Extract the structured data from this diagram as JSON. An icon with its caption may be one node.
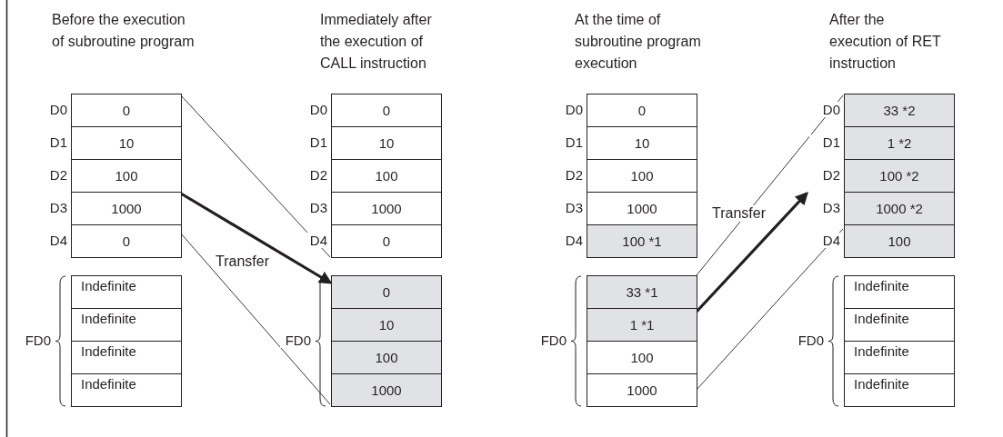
{
  "diagram": {
    "nodes": [
      {
        "text": [
          "0"
        ],
        "beside": [
          "D0"
        ]
      },
      {
        "text": [
          "10"
        ],
        "beside": [
          "D1"
        ]
      },
      {
        "text": [
          "100"
        ],
        "beside": [
          "D2"
        ]
      },
      {
        "text": [
          "1000"
        ],
        "beside": [
          "D3"
        ]
      },
      {
        "text": [
          "0"
        ],
        "beside": [
          "D4"
        ]
      },
      {
        "text": [
          "Indefinite"
        ]
      },
      {
        "text": [
          "Indefinite"
        ]
      },
      {
        "text": [
          "Indefinite"
        ]
      },
      {
        "text": [
          "Indefinite"
        ]
      },
      {
        "text": [
          "0"
        ],
        "beside": [
          "D0"
        ]
      },
      {
        "text": [
          "10"
        ],
        "beside": [
          "D1"
        ]
      },
      {
        "text": [
          "100"
        ],
        "beside": [
          "D2"
        ]
      },
      {
        "text": [
          "1000"
        ],
        "beside": [
          "D3"
        ]
      },
      {
        "text": [
          "0"
        ],
        "beside": [
          "D4"
        ]
      },
      {
        "text": [
          "0"
        ]
      },
      {
        "text": [
          "10"
        ]
      },
      {
        "text": [
          "100"
        ]
      },
      {
        "text": [
          "1000"
        ]
      },
      {
        "text": [
          "0"
        ],
        "beside": [
          "D0"
        ]
      },
      {
        "text": [
          "10"
        ],
        "beside": [
          "D1"
        ]
      },
      {
        "text": [
          "100"
        ],
        "beside": [
          "D2"
        ]
      },
      {
        "text": [
          "1000"
        ],
        "beside": [
          "D3"
        ]
      },
      {
        "text": [
          "100 *1"
        ],
        "beside": [
          "D4"
        ]
      },
      {
        "text": [
          "33 *1"
        ]
      },
      {
        "text": [
          "1 *1"
        ]
      },
      {
        "text": [
          "100"
        ]
      },
      {
        "text": [
          "1000"
        ]
      },
      {
        "text": [
          "33 *2"
        ],
        "beside": [
          "D0"
        ]
      },
      {
        "text": [
          "1 *2"
        ],
        "beside": [
          "D1"
        ]
      },
      {
        "text": [
          "100 *2"
        ],
        "beside": [
          "D2"
        ]
      },
      {
        "text": [
          "1000 *2"
        ],
        "beside": [
          "D3"
        ]
      },
      {
        "text": [
          "100"
        ],
        "beside": [
          "D4"
        ]
      },
      {
        "text": [
          "Indefinite"
        ]
      },
      {
        "text": [
          "Indefinite"
        ]
      },
      {
        "text": [
          "Indefinite"
        ]
      },
      {
        "text": [
          "Indefinite"
        ]
      }
    ],
    "edges": [
      {
        "from": 3,
        "to": 14,
        "arrow": "to",
        "label": "Transfer",
        "style": "thick"
      },
      {
        "from": 24,
        "to": 30,
        "arrow": "to",
        "label": "Transfer",
        "style": "thick"
      },
      {
        "from": 0,
        "to": 13,
        "arrow": "none"
      },
      {
        "from": 4,
        "to": 17,
        "arrow": "none"
      },
      {
        "from": 23,
        "to": 27,
        "arrow": "none"
      },
      {
        "from": 26,
        "to": 31,
        "arrow": "none"
      }
    ],
    "labels": [
      "Before the execution of subroutine program",
      "Immediately after the execution of CALL instruction",
      "At the time of subroutine program execution",
      "After the execution of RET instruction",
      "FD0",
      "FD0",
      "FD0",
      "FD0"
    ]
  }
}
